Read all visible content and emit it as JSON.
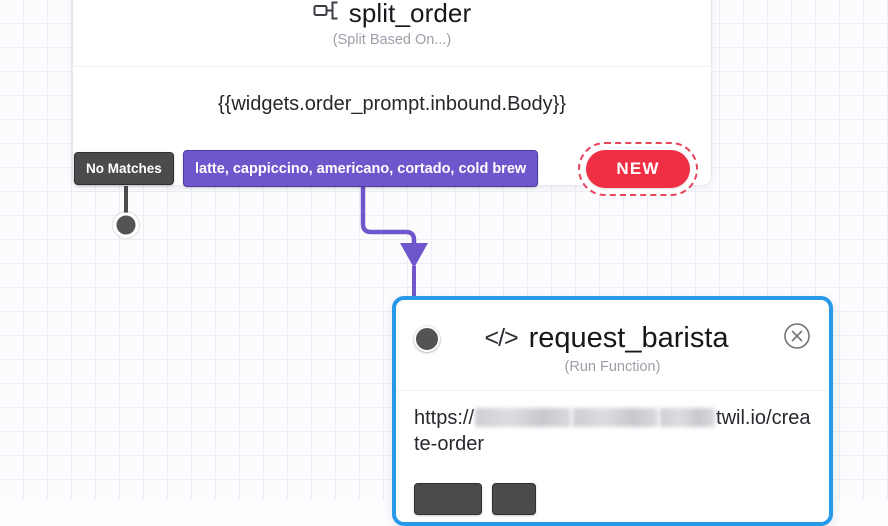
{
  "canvas": {
    "grid_color": "#eceef4",
    "background_color": "#fcfcfe"
  },
  "split_widget": {
    "icon": "split-branch-icon",
    "title": "split_order",
    "subtitle": "(Split Based On...)",
    "body": "{{widgets.order_prompt.inbound.Body}}"
  },
  "transitions": [
    {
      "name": "no-matches-transition",
      "label": "No Matches",
      "color": "#4b4b4d",
      "connected": true
    },
    {
      "name": "drinks-transition",
      "label": "latte, cappiccino, americano, cortado, cold brew",
      "color": "#6f56cd",
      "connected": true
    }
  ],
  "new_transition": {
    "label": "NEW",
    "fill_color": "#ef3044",
    "outline_color": "#e8445c"
  },
  "barista_widget": {
    "icon": "code-icon",
    "title": "request_barista",
    "subtitle": "(Run Function)",
    "close_icon": "close-circle-icon",
    "selected_border_color": "#269ae8",
    "url_prefix": "https://",
    "url_domain_suffix": "twil.io",
    "url_path": "/create-order",
    "url_redacted": true
  },
  "connectors": {
    "drinks_to_barista_color": "#6f56cd",
    "no_matches_endpoint_color": "#545456"
  }
}
